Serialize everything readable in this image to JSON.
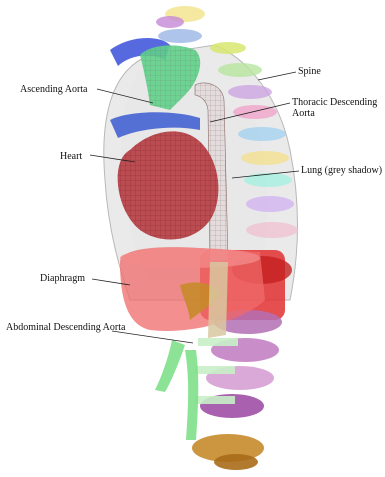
{
  "labels": {
    "spine": "Spine",
    "ascending_aorta": "Ascending Aorta",
    "thoracic_descending_aorta": "Thoracic Descending Aorta",
    "heart": "Heart",
    "lung": "Lung (grey shadow)",
    "diaphragm": "Diaphragm",
    "abdominal_descending_aorta": "Abdominal Descending Aorta"
  },
  "colors": {
    "lung_shadow": "#cfcfcf",
    "heart": "#b8434a",
    "aorta": "#d6d0cf",
    "ascending_aorta": "#5ed08a",
    "diaphragm": "#f06a6a",
    "vertebra_purple": "#b36fb5",
    "vertebra_yellow": "#f2e48a",
    "sacrum": "#c78a2a",
    "abdominal_aorta_green": "#7fe08a"
  }
}
